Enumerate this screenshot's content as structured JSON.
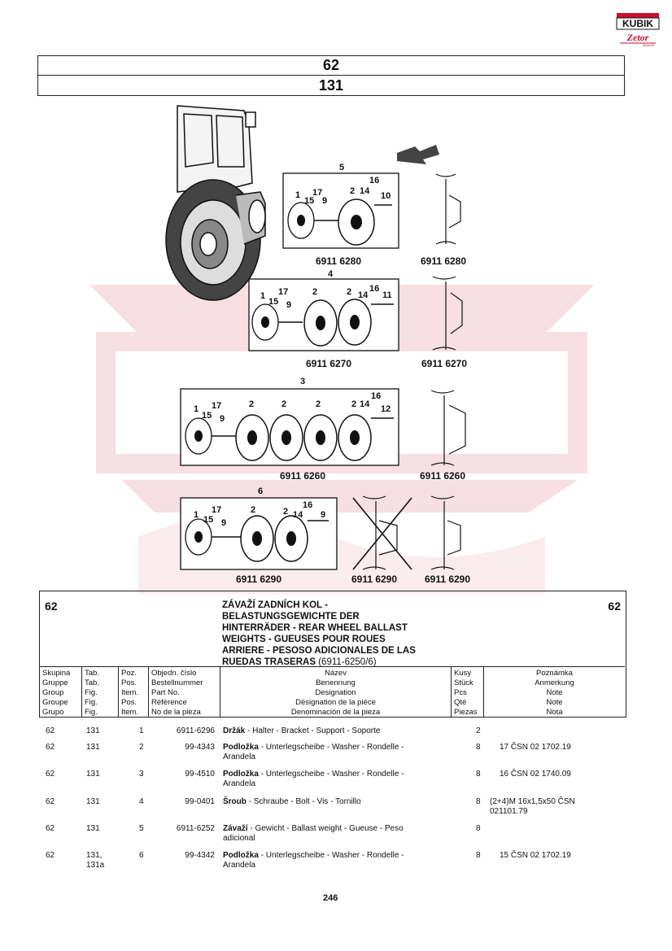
{
  "logo": {
    "brand": "KUBIK",
    "sub": "Zetor",
    "tag": "DEALER"
  },
  "header": {
    "group": "62",
    "figure": "131"
  },
  "figure_labels": {
    "assemblies": [
      {
        "pos": "5",
        "part": "6911 6280",
        "side_part": "6911 6280"
      },
      {
        "pos": "4",
        "part": "6911 6270",
        "side_part": "6911 6270"
      },
      {
        "pos": "3",
        "part": "6911 6260",
        "side_part": "6911 6260"
      },
      {
        "pos": "6",
        "part": "6911 6290",
        "side_part_a": "6911 6290",
        "side_part_b": "6911 6290"
      }
    ],
    "callouts_a": [
      "1",
      "15",
      "17",
      "9",
      "2",
      "14",
      "16",
      "10"
    ],
    "callouts_b": [
      "1",
      "15",
      "17",
      "9",
      "2",
      "2",
      "14",
      "16",
      "11"
    ],
    "callouts_c": [
      "1",
      "15",
      "17",
      "9",
      "2",
      "2",
      "2",
      "2",
      "14",
      "16",
      "12"
    ],
    "callouts_d": [
      "1",
      "15",
      "17",
      "9",
      "2",
      "2",
      "14",
      "16",
      "9"
    ]
  },
  "title_box": {
    "group_left": "62",
    "group_right": "62",
    "title_lines": [
      "ZÁVAŽÍ ZADNÍCH KOL -",
      "BELASTUNGSGEWICHTE DER",
      "HINTERRÄDER - REAR WHEEL BALLAST",
      "WEIGHTS - GUEUSES POUR ROUES",
      "ARRIERE - PESOSO ADICIONALES DE LAS"
    ],
    "title_last": "RUEDAS TRASERAS",
    "title_cat": "(6911-6250/6)"
  },
  "columns": {
    "group": [
      "Skupina",
      "Gruppe",
      "Group",
      "Groupe",
      "Grupo"
    ],
    "fig": [
      "Tab.",
      "Tab.",
      "Fig.",
      "Fig.",
      "Fig."
    ],
    "pos": [
      "Poz.",
      "Pos.",
      "Item.",
      "Pos.",
      "Item."
    ],
    "partno": [
      "Objedn. číslo",
      "Bestellnummer",
      "Part No.",
      "Référence",
      "No de la pieza"
    ],
    "name": [
      "Název",
      "Benennung",
      "Designation",
      "Désignation de la pièce",
      "Denominación de la pieza"
    ],
    "qty": [
      "Kusy",
      "Stück",
      "Pcs",
      "Qté",
      "Piezas"
    ],
    "note": [
      "Poznámka",
      "Anmerkung",
      "Note",
      "Note",
      "Nota"
    ]
  },
  "rows": [
    {
      "group": "62",
      "fig": "131",
      "fig2": "",
      "pos": "1",
      "part": "6911-6296",
      "name_b": "Držák",
      "name": " - Halter - Bracket - Support - Soporte",
      "name2": "",
      "qty": "2",
      "note": "",
      "note2": ""
    },
    {
      "group": "62",
      "fig": "131",
      "fig2": "",
      "pos": "2",
      "part": "99-4343",
      "name_b": "Podložka",
      "name": " - Unterlegscheibe - Washer - Rondelle -",
      "name2": "Arandela",
      "qty": "8",
      "note": "17 ČSN 02 1702.19",
      "note2": ""
    },
    {
      "group": "62",
      "fig": "131",
      "fig2": "",
      "pos": "3",
      "part": "99-4510",
      "name_b": "Podložka",
      "name": " - Unterlegscheibe - Washer - Rondelle -",
      "name2": "Arandela",
      "qty": "8",
      "note": "16 ČSN 02 1740.09",
      "note2": ""
    },
    {
      "group": "62",
      "fig": "131",
      "fig2": "",
      "pos": "4",
      "part": "99-0401",
      "name_b": "Šroub",
      "name": " - Schraube - Bolt - Vis - Tornillo",
      "name2": "",
      "qty": "8",
      "note": "(2+4)M 16x1,5x50 ČSN",
      "note2": "021101.79"
    },
    {
      "group": "62",
      "fig": "131",
      "fig2": "",
      "pos": "5",
      "part": "6911-6252",
      "name_b": "Závaží",
      "name": " - Gewicht - Ballast weight - Gueuse - Peso",
      "name2": "adicional",
      "qty": "8",
      "note": "",
      "note2": ""
    },
    {
      "group": "62",
      "fig": "131,",
      "fig2": "131a",
      "pos": "6",
      "part": "99-4342",
      "name_b": "Podložka",
      "name": " - Unterlegscheibe - Washer - Rondelle -",
      "name2": "Arandela",
      "qty": "8",
      "note": "15 ČSN 02 1702.19",
      "note2": ""
    }
  ],
  "page_number": "246"
}
